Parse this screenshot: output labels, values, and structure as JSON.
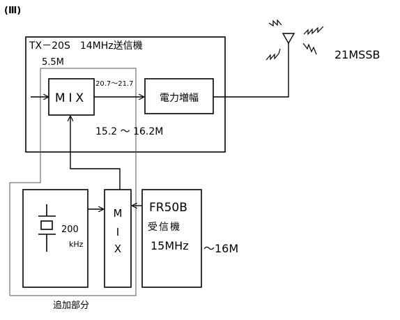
{
  "figure_label": "(Ⅲ)",
  "transmitter": {
    "title": "TX－20S　14MHz送信機",
    "if_label": "5.5M",
    "mixer_label": "MIX",
    "output_range": "20.7～21.7",
    "amplifier_label": "電力増幅",
    "vfo_range": "15.2 ～ 16.2M"
  },
  "antenna_label": "21MSSB",
  "addon": {
    "crystal_freq": "200",
    "crystal_unit": "kHz",
    "mixer_label_1": "M",
    "mixer_label_2": "I",
    "mixer_label_3": "X",
    "caption": "追加部分"
  },
  "receiver": {
    "model": "FR50B",
    "name": "受信機",
    "freq": "15MHz",
    "range": "～16M"
  },
  "colors": {
    "line": "#000000",
    "thin_line": "#555555",
    "background": "#ffffff"
  }
}
